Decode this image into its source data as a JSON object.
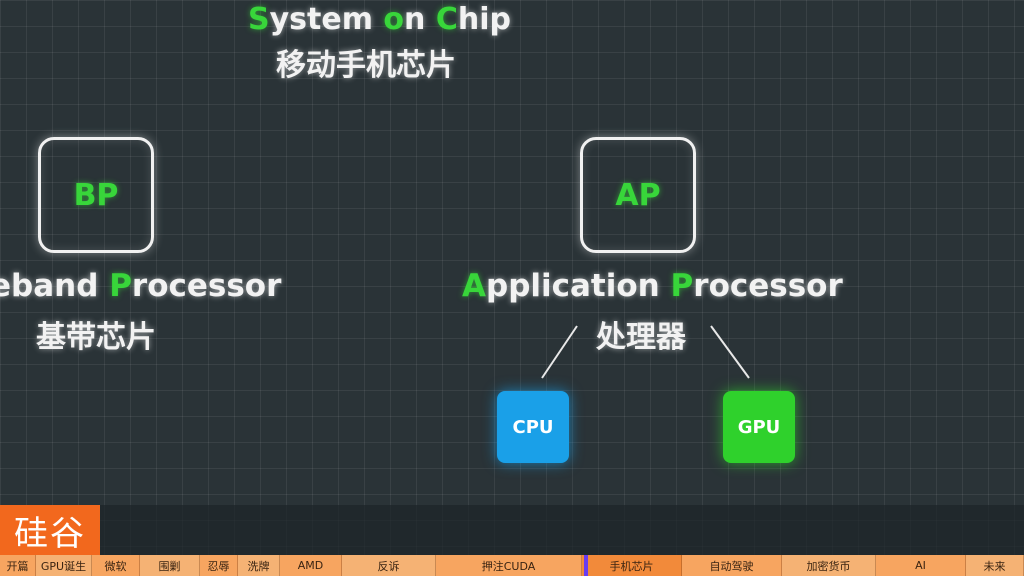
{
  "title": {
    "en_parts": [
      [
        "S",
        "g"
      ],
      [
        "ystem ",
        "w"
      ],
      [
        "o",
        "g"
      ],
      [
        "n ",
        "w"
      ],
      [
        "C",
        "g"
      ],
      [
        "hip",
        "w"
      ]
    ],
    "cn": "移动手机芯片"
  },
  "bp": {
    "chip": "BP",
    "en_parts": [
      [
        "eband ",
        "w"
      ],
      [
        "P",
        "g"
      ],
      [
        "rocessor",
        "w"
      ]
    ],
    "cn": "基带芯片"
  },
  "ap": {
    "chip": "AP",
    "en_parts": [
      [
        "A",
        "g"
      ],
      [
        "pplication ",
        "w"
      ],
      [
        "P",
        "g"
      ],
      [
        "rocessor",
        "w"
      ]
    ],
    "cn": "处理器"
  },
  "cpu": "CPU",
  "gpu": "GPU",
  "logo": "硅谷",
  "colors": {
    "accent_green": "#38d63a",
    "cpu_blue": "#1aa0e8",
    "gpu_green": "#2fd12c",
    "brand_orange": "#f2681d"
  },
  "chapters": [
    {
      "label": "开篇",
      "w": 36
    },
    {
      "label": "GPU诞生",
      "w": 56
    },
    {
      "label": "微软",
      "w": 48
    },
    {
      "label": "围剿",
      "w": 60
    },
    {
      "label": "忍辱",
      "w": 38
    },
    {
      "label": "洗牌",
      "w": 42
    },
    {
      "label": "AMD",
      "w": 62
    },
    {
      "label": "反诉",
      "w": 94
    },
    {
      "label": "押注CUDA",
      "w": 146
    },
    {
      "label": "手机芯片",
      "w": 100,
      "active": true
    },
    {
      "label": "自动驾驶",
      "w": 100
    },
    {
      "label": "加密货币",
      "w": 94
    },
    {
      "label": "AI",
      "w": 90
    },
    {
      "label": "未来",
      "w": 58
    }
  ]
}
